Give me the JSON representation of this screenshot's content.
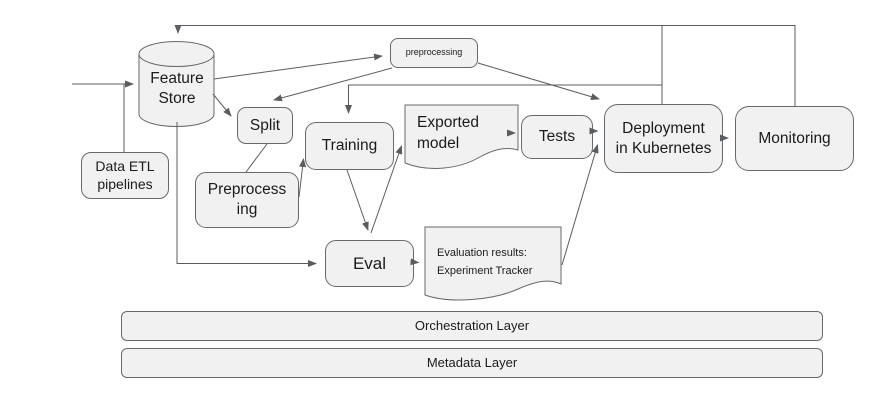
{
  "diagram": {
    "title": "ML pipeline flowchart",
    "type": "flowchart",
    "nodes": {
      "feature_store": {
        "label": "Feature\nStore",
        "shape": "cylinder"
      },
      "data_etl": {
        "label": "Data ETL\npipelines",
        "shape": "rounded-rect"
      },
      "split": {
        "label": "Split",
        "shape": "rounded-rect"
      },
      "preprocessing": {
        "label": "Preprocess\ning",
        "shape": "rounded-rect"
      },
      "preprocessing_tag": {
        "label": "preprocessing",
        "shape": "rounded-rect"
      },
      "training": {
        "label": "Training",
        "shape": "rounded-rect"
      },
      "exported_model": {
        "label": "Exported\nmodel",
        "shape": "document"
      },
      "tests": {
        "label": "Tests",
        "shape": "rounded-rect"
      },
      "deployment": {
        "label": "Deployment\nin Kubernetes",
        "shape": "rounded-rect"
      },
      "monitoring": {
        "label": "Monitoring",
        "shape": "rounded-rect"
      },
      "eval": {
        "label": "Eval",
        "shape": "rounded-rect"
      },
      "evaluation_results": {
        "label": "Evaluation results:\nExperiment Tracker",
        "shape": "document"
      },
      "orchestration_layer": {
        "label": "Orchestration Layer",
        "shape": "bar"
      },
      "metadata_layer": {
        "label": "Metadata Layer",
        "shape": "bar"
      }
    },
    "edges": [
      {
        "from": "external-input",
        "to": "feature_store"
      },
      {
        "from": "data_etl",
        "to": "feature_store"
      },
      {
        "from": "monitoring",
        "to": "feature_store"
      },
      {
        "from": "deployment",
        "to": "feature_store"
      },
      {
        "from": "deployment",
        "to": "training"
      },
      {
        "from": "feature_store",
        "to": "preprocessing_tag"
      },
      {
        "from": "preprocessing_tag",
        "to": "split"
      },
      {
        "from": "preprocessing_tag",
        "to": "deployment"
      },
      {
        "from": "feature_store",
        "to": "split"
      },
      {
        "from": "split",
        "to": "preprocessing"
      },
      {
        "from": "preprocessing",
        "to": "training"
      },
      {
        "from": "training",
        "to": "eval"
      },
      {
        "from": "eval",
        "to": "exported_model"
      },
      {
        "from": "feature_store",
        "to": "eval"
      },
      {
        "from": "eval",
        "to": "evaluation_results"
      },
      {
        "from": "evaluation_results",
        "to": "deployment"
      },
      {
        "from": "exported_model",
        "to": "tests"
      },
      {
        "from": "tests",
        "to": "deployment"
      },
      {
        "from": "deployment",
        "to": "monitoring"
      }
    ],
    "colors": {
      "background": "#ffffff",
      "node_fill": "#f1f1f1",
      "node_border": "#666a6e",
      "connector": "#5a5d60",
      "text": "#1b1b1b"
    }
  }
}
